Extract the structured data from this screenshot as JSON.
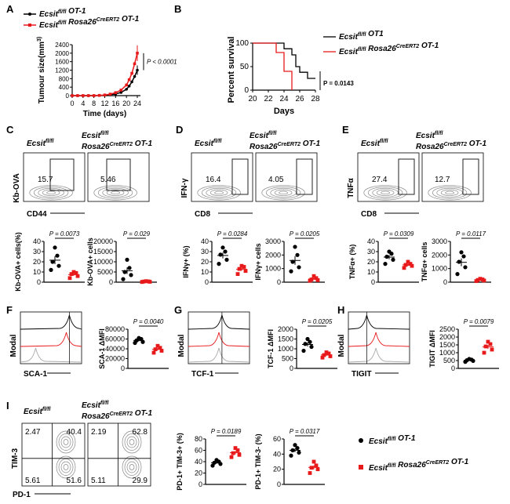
{
  "colors": {
    "control": "#000000",
    "treated": "#e8191a",
    "gate": "#222222",
    "contour": "#888888"
  },
  "labels": {
    "panels": [
      "A",
      "B",
      "C",
      "D",
      "E",
      "F",
      "G",
      "H",
      "I"
    ],
    "legend_ctrl": "Ecsit^fl/fl OT-1",
    "legend_trt": "Ecsit^fl/fl Rosa26^CreERT2 OT-1",
    "hdr_ctrl": "Ecsit^fl/fl",
    "hdr_trt1": "Ecsit^fl/fl",
    "hdr_trt2": "Rosa26^CreERT2 OT-1"
  },
  "chart_data": [
    {
      "panel": "A",
      "type": "line",
      "ylabel": "Tumour size(mm^3)",
      "xlabel": "Time (days)",
      "x": [
        0,
        4,
        8,
        12,
        16,
        20,
        24
      ],
      "ylim": [
        0,
        2400
      ],
      "yticks": [
        0,
        400,
        800,
        1200,
        1600,
        2000,
        2400
      ],
      "series": [
        {
          "name": "Ecsit^fl/fl OT-1",
          "x": [
            0,
            2,
            4,
            6,
            8,
            10,
            12,
            14,
            16,
            18,
            20,
            21,
            22,
            23,
            24
          ],
          "values": [
            0,
            0,
            0,
            0,
            0,
            10,
            20,
            40,
            80,
            150,
            300,
            450,
            650,
            900,
            1200
          ]
        },
        {
          "name": "Ecsit^fl/fl Rosa26^CreERT2 OT-1",
          "x": [
            0,
            2,
            4,
            6,
            8,
            10,
            12,
            14,
            16,
            18,
            20,
            21,
            22,
            23,
            24
          ],
          "values": [
            0,
            0,
            0,
            0,
            0,
            10,
            30,
            70,
            140,
            260,
            500,
            750,
            1050,
            1500,
            2000
          ]
        }
      ],
      "annotation": "P < 0.0001"
    },
    {
      "panel": "B",
      "type": "line",
      "ylabel": "Percent survival",
      "xlabel": "Days",
      "xticks": [
        20,
        22,
        24,
        26,
        28
      ],
      "yticks": [
        0,
        50,
        100
      ],
      "xlim": [
        20,
        28
      ],
      "ylim": [
        0,
        100
      ],
      "series": [
        {
          "name": "Ecsit^fl/fl OT1",
          "steps": [
            [
              20,
              100
            ],
            [
              24,
              100
            ],
            [
              24,
              88
            ],
            [
              25,
              88
            ],
            [
              25,
              75
            ],
            [
              25.5,
              75
            ],
            [
              25.5,
              50
            ],
            [
              26,
              50
            ],
            [
              26,
              38
            ],
            [
              27,
              38
            ],
            [
              27,
              25
            ],
            [
              28,
              25
            ]
          ]
        },
        {
          "name": "Ecsit^fl/fl Rosa26^CreERT2 OT-1",
          "steps": [
            [
              20,
              100
            ],
            [
              23,
              100
            ],
            [
              23,
              80
            ],
            [
              24,
              80
            ],
            [
              24,
              40
            ],
            [
              25,
              40
            ],
            [
              25,
              0
            ]
          ]
        }
      ],
      "annotation": "P = 0.0143"
    },
    {
      "panel": "C",
      "type": "scatter",
      "flow": {
        "xlabel": "CD44",
        "ylabel": "Kb-OVA",
        "gates": [
          "15.7",
          "5.46"
        ]
      },
      "plots": [
        {
          "ylabel": "Kb-OVA+ cells(%)",
          "yticks": [
            0,
            10,
            20,
            30,
            40
          ],
          "ylim": [
            0,
            40
          ],
          "p": "P = 0.0073",
          "ctrl": [
            12,
            16,
            20,
            26,
            34
          ],
          "trt": [
            4,
            6,
            8,
            9,
            10
          ]
        },
        {
          "ylabel": "Kb-OVA+ cells",
          "yticks": [
            0,
            5000,
            10000,
            15000,
            20000
          ],
          "ylim": [
            0,
            20000
          ],
          "p": "P = 0.029",
          "ctrl": [
            1500,
            3500,
            5000,
            7000,
            11000
          ],
          "trt": [
            100,
            200,
            300,
            400,
            500
          ]
        }
      ]
    },
    {
      "panel": "D",
      "type": "scatter",
      "flow": {
        "xlabel": "CD8",
        "ylabel": "IFN-γ",
        "gates": [
          "16.4",
          "4.05"
        ]
      },
      "plots": [
        {
          "ylabel": "IFNγ+ (%)",
          "yticks": [
            0,
            10,
            20,
            30,
            40
          ],
          "ylim": [
            0,
            40
          ],
          "p": "P = 0.0284",
          "ctrl": [
            18,
            22,
            27,
            30,
            34
          ],
          "trt": [
            8,
            11,
            13,
            15,
            16
          ]
        },
        {
          "ylabel": "IFNγ+ cells",
          "yticks": [
            0,
            1000,
            2000,
            3000
          ],
          "ylim": [
            0,
            3000
          ],
          "p": "P = 0.0205",
          "ctrl": [
            800,
            1100,
            1500,
            2000,
            2600
          ],
          "trt": [
            100,
            150,
            200,
            300,
            450
          ]
        }
      ]
    },
    {
      "panel": "E",
      "type": "scatter",
      "flow": {
        "xlabel": "CD8",
        "ylabel": "TNFα",
        "gates": [
          "27.4",
          "12.7"
        ]
      },
      "plots": [
        {
          "ylabel": "TNFα+ (%)",
          "yticks": [
            0,
            10,
            20,
            30,
            40
          ],
          "ylim": [
            0,
            40
          ],
          "p": "P = 0.0309",
          "ctrl": [
            18,
            22,
            25,
            28,
            30
          ],
          "trt": [
            14,
            16,
            17,
            18,
            20
          ]
        },
        {
          "ylabel": "TNFα+ cells",
          "yticks": [
            0,
            1000,
            2000,
            3000
          ],
          "ylim": [
            0,
            3000
          ],
          "p": "P = 0.0117",
          "ctrl": [
            600,
            1100,
            1500,
            1900,
            2200
          ],
          "trt": [
            80,
            120,
            160,
            200,
            250
          ]
        }
      ]
    },
    {
      "panel": "F",
      "type": "scatter",
      "hist": {
        "xlabel": "SCA-1",
        "ylabel": "Modal"
      },
      "plots": [
        {
          "ylabel": "SCA-1 ΔMFI",
          "yticks": [
            0,
            20000,
            40000,
            60000,
            80000
          ],
          "ylim": [
            0,
            80000
          ],
          "p": "P = 0.0040",
          "ctrl": [
            52000,
            54000,
            57000,
            60000,
            62000
          ],
          "trt": [
            32000,
            36000,
            39000,
            42000,
            46000
          ]
        }
      ]
    },
    {
      "panel": "G",
      "type": "scatter",
      "hist": {
        "xlabel": "TCF-1",
        "ylabel": "Modal"
      },
      "plots": [
        {
          "ylabel": "TCF-1 ΔMFI",
          "yticks": [
            0,
            500,
            1000,
            1500,
            2000
          ],
          "ylim": [
            0,
            2000
          ],
          "p": "P = 0.0205",
          "ctrl": [
            900,
            1100,
            1250,
            1350,
            1500
          ],
          "trt": [
            550,
            620,
            680,
            760,
            820
          ]
        }
      ]
    },
    {
      "panel": "H",
      "type": "scatter",
      "hist": {
        "xlabel": "TIGIT",
        "ylabel": "Modal"
      },
      "plots": [
        {
          "ylabel": "TIGIT ΔMFI",
          "yticks": [
            0,
            500,
            1000,
            1500,
            2000,
            2500
          ],
          "ylim": [
            0,
            2500
          ],
          "p": "P = 0.0079",
          "ctrl": [
            420,
            480,
            520,
            560,
            600
          ],
          "trt": [
            1000,
            1200,
            1400,
            1550,
            1700
          ]
        }
      ]
    },
    {
      "panel": "I",
      "type": "scatter",
      "flow": {
        "xlabel": "PD-1",
        "ylabel": "TIM-3",
        "quads_ctrl": [
          "2.47",
          "40.4",
          "5.61",
          "51.6"
        ],
        "quads_trt": [
          "2.19",
          "62.8",
          "5.11",
          "29.9"
        ]
      },
      "plots": [
        {
          "ylabel": "PD-1+ TIM-3+ (%)",
          "yticks": [
            0,
            20,
            40,
            60,
            80
          ],
          "ylim": [
            0,
            80
          ],
          "p": "P = 0.0189",
          "ctrl": [
            33,
            36,
            38,
            40,
            43
          ],
          "trt": [
            48,
            52,
            55,
            60,
            64
          ]
        },
        {
          "ylabel": "PD-1+ TIM-3- (%)",
          "yticks": [
            0,
            20,
            40,
            60
          ],
          "ylim": [
            0,
            60
          ],
          "p": "P = 0.0317",
          "ctrl": [
            38,
            42,
            45,
            48,
            52
          ],
          "trt": [
            15,
            20,
            22,
            25,
            30
          ]
        }
      ]
    }
  ]
}
